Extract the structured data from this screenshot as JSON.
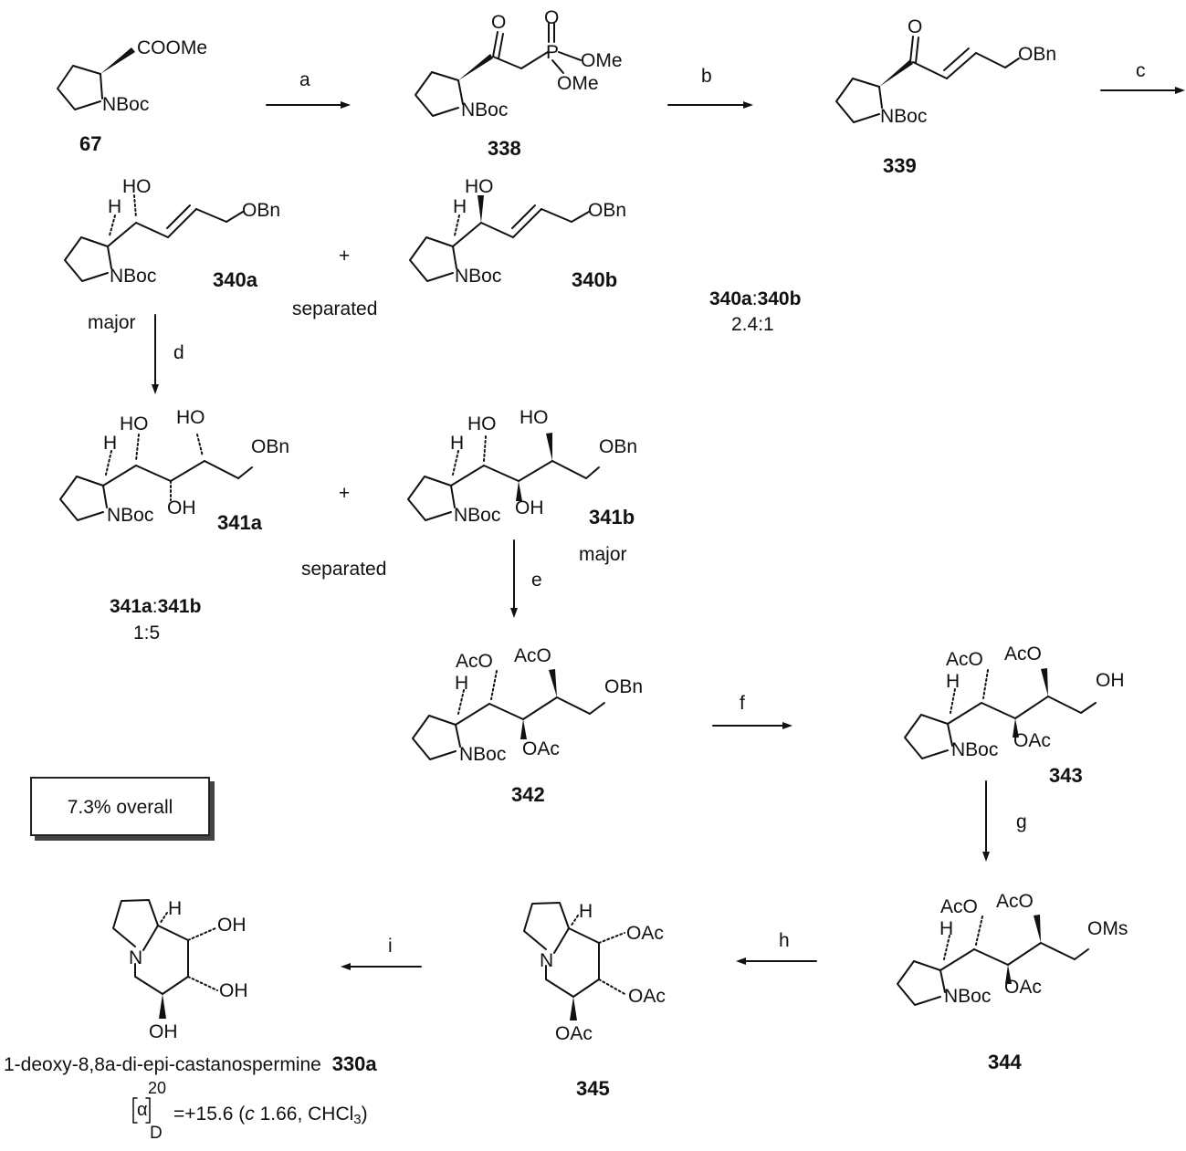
{
  "compounds": {
    "c67": "67",
    "c338": "338",
    "c339": "339",
    "c340a": "340a",
    "c340b": "340b",
    "c341a": "341a",
    "c341b": "341b",
    "c342": "342",
    "c343": "343",
    "c344": "344",
    "c345": "345",
    "c330a": "330a"
  },
  "steps": {
    "a": "a",
    "b": "b",
    "c": "c",
    "d": "d",
    "e": "e",
    "f": "f",
    "g": "g",
    "h": "h",
    "i": "i"
  },
  "groups": {
    "COOMe": "COOMe",
    "NBoc": "NBoc",
    "O": "O",
    "P": "P",
    "OMe": "OMe",
    "OBn": "OBn",
    "HO": "HO",
    "H": "H",
    "OH": "OH",
    "AcO": "AcO",
    "OAc": "OAc",
    "OMs": "OMs",
    "N": "N",
    "NBocOAc": "NBoc",
    "NBocOH": "NBoc"
  },
  "notes": {
    "plus": "+",
    "separated": "separated",
    "major": "major",
    "ratio_340_a": "340a",
    "ratio_340_colon": ":",
    "ratio_340_b": "340b",
    "ratio_340_value": "2.4:1",
    "ratio_341_a": "341a",
    "ratio_341_colon": ":",
    "ratio_341_b": "341b",
    "ratio_341_value": "1:5",
    "overall_yield": "7.3% overall",
    "product_name": "1-deoxy-8,8a-di-epi-castanospermine",
    "rotation_alpha": "α",
    "rotation_temp": "20",
    "rotation_line": "D",
    "rotation_value": "=+15.6 (",
    "rotation_c": "c",
    "rotation_conc": " 1.66, CHCl",
    "rotation_sub": "3",
    "rotation_close": ")"
  }
}
